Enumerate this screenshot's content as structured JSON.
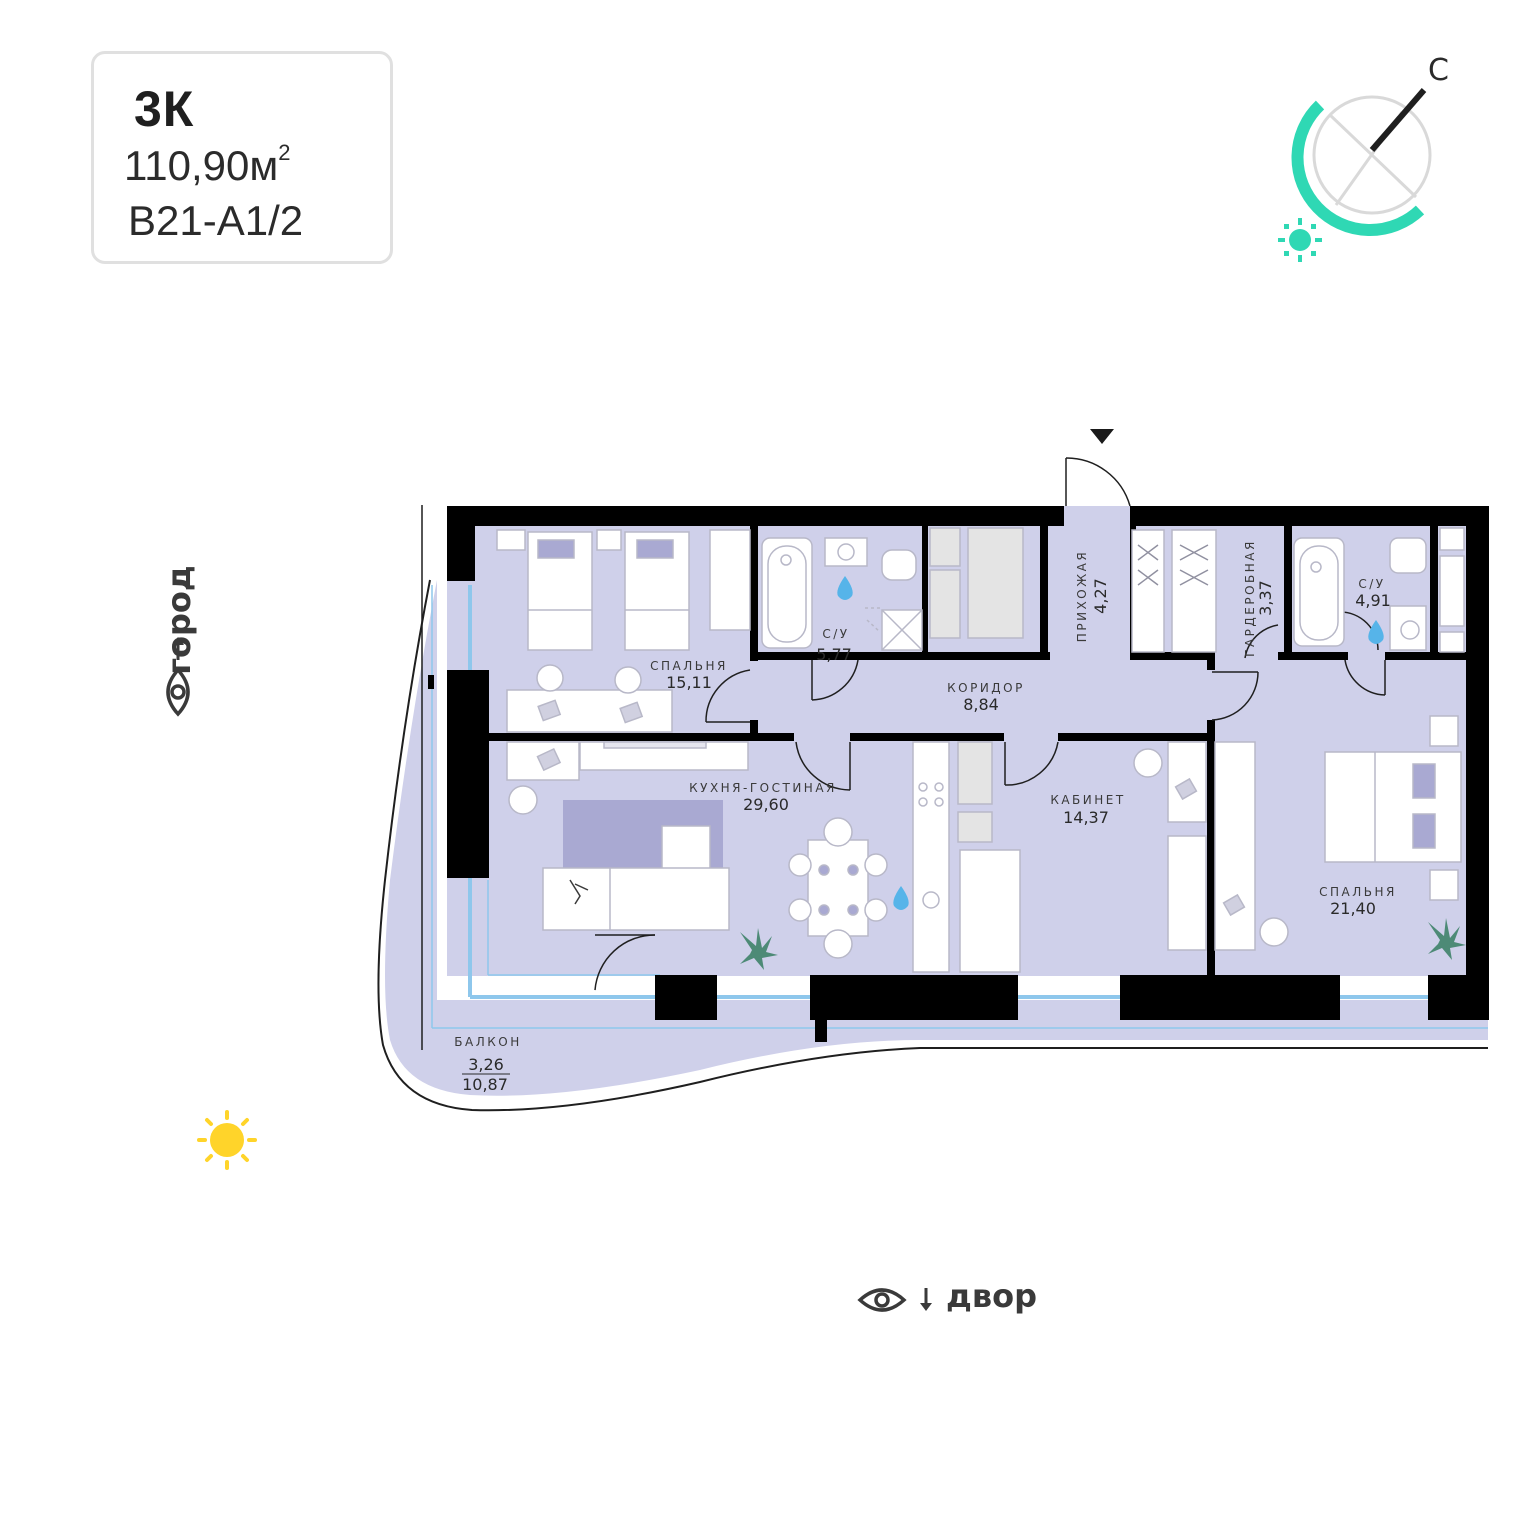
{
  "unit": {
    "type": "3К",
    "area_value": "110,90м",
    "area_sup": "2",
    "code": "В21-А1/2"
  },
  "compass": {
    "north_label": "С",
    "colors": {
      "arc": "#2fd8b4",
      "ring": "#d9d9d9",
      "needle": "#1f1f1f",
      "sun": "#2fd8b4"
    }
  },
  "views": {
    "city": "город",
    "yard": "двор"
  },
  "rooms": {
    "bedroom1": {
      "name": "СПАЛЬНЯ",
      "area": "15,11"
    },
    "bath1": {
      "name": "С/У",
      "area": "5,77"
    },
    "hall": {
      "name": "ПРИХОЖАЯ",
      "area": "4,27"
    },
    "wardrobe": {
      "name": "ГАРДЕРОБНАЯ",
      "area": "3,37"
    },
    "bath2": {
      "name": "С/У",
      "area": "4,91"
    },
    "corridor": {
      "name": "КОРИДОР",
      "area": "8,84"
    },
    "living": {
      "name": "КУХНЯ-ГОСТИНАЯ",
      "area": "29,60"
    },
    "office": {
      "name": "КАБИНЕТ",
      "area": "14,37"
    },
    "bedroom2": {
      "name": "СПАЛЬНЯ",
      "area": "21,40"
    },
    "balcony": {
      "name": "БАЛКОН",
      "area_reduced": "3,26",
      "area_full": "10,87"
    }
  },
  "colors": {
    "floor": "#cfd0ea",
    "wall": "#000000",
    "window": "#8ec7ec",
    "furniture_fill": "#ffffff",
    "rug": "#a9a9d2",
    "water": "#56b4e9",
    "sun": "#ffd42a"
  }
}
